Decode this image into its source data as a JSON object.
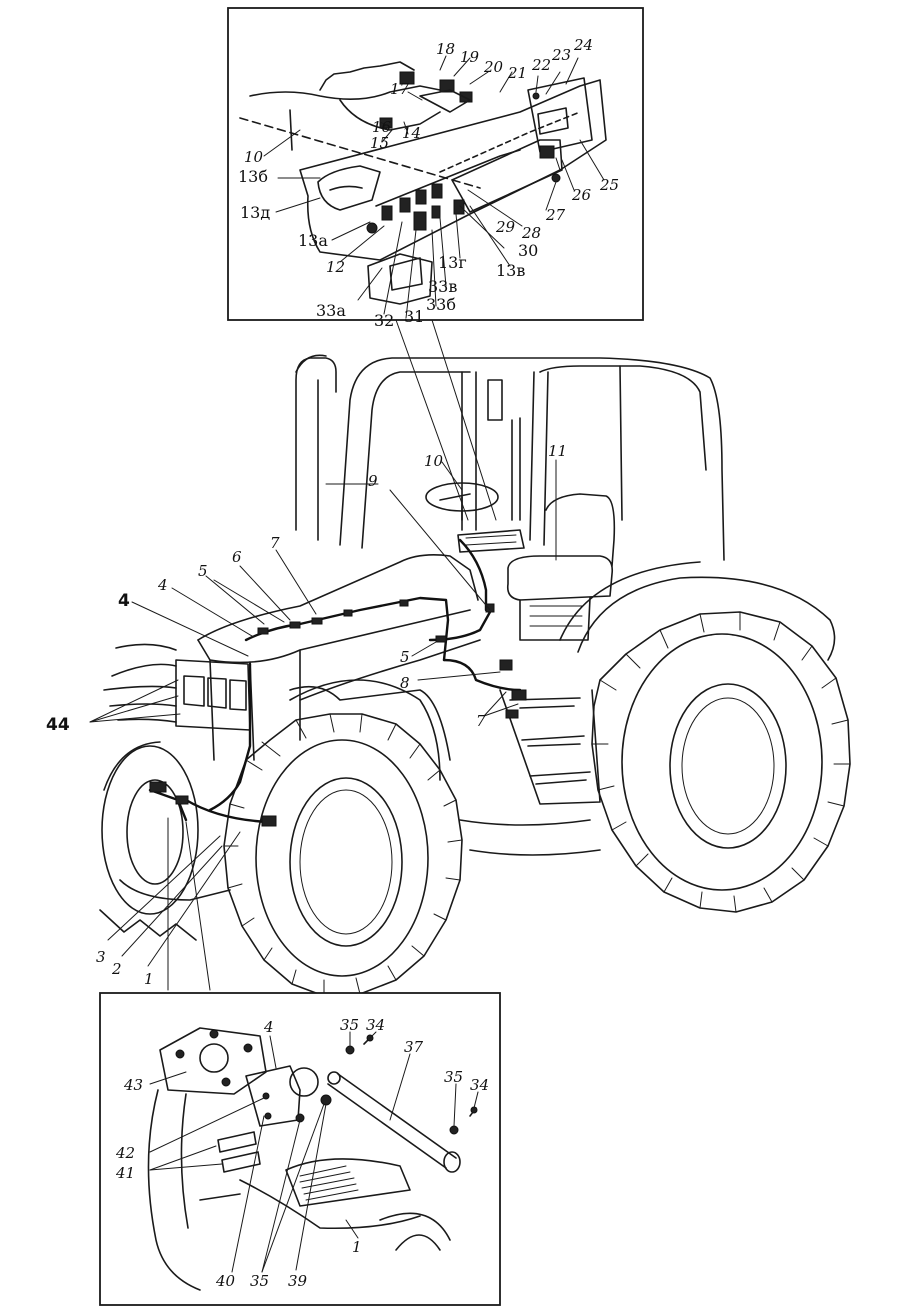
{
  "callouts_top": {
    "c18": "18",
    "c19": "19",
    "c20": "20",
    "c21": "21",
    "c22": "22",
    "c23": "23",
    "c24": "24",
    "c17": "17",
    "c16": "16",
    "c15": "15",
    "c14": "14",
    "c10": "10",
    "c13b": "13б",
    "c13d": "13д",
    "c13a": "13а",
    "c12": "12",
    "c25": "25",
    "c26": "26",
    "c27": "27",
    "c28": "28",
    "c29": "29",
    "c30": "30",
    "c13g": "13г",
    "c13v": "13в",
    "c33v": "33в",
    "c33b": "33б",
    "c33a": "33а",
    "c32": "32",
    "c31": "31"
  },
  "callouts_main": {
    "c10": "10",
    "c11": "11",
    "c9": "9",
    "c7a": "7",
    "c6": "6",
    "c5a": "5",
    "c4a": "4",
    "c4b": "4",
    "c5b": "5",
    "c8": "8",
    "c7b": "7",
    "c44": "44",
    "c3": "3",
    "c2": "2",
    "c1": "1"
  },
  "callouts_bottom": {
    "c4": "4",
    "c35a": "35",
    "c34a": "34",
    "c37": "37",
    "c43": "43",
    "c35b": "35",
    "c34b": "34",
    "c42": "42",
    "c41": "41",
    "c40": "40",
    "c35c": "35",
    "c39": "39",
    "c1": "1"
  }
}
